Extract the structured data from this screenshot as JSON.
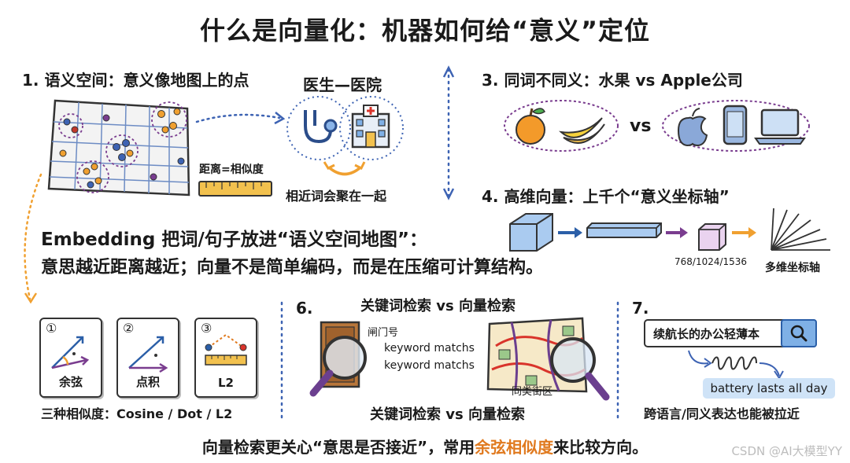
{
  "title": "什么是向量化：机器如何给“意义”定位",
  "s1": {
    "heading": "1. 语义空间：意义像地图上的点",
    "distance_label": "距离=相似度"
  },
  "s2": {
    "heading": "医生—医院",
    "caption": "相近词会聚在一起"
  },
  "s3": {
    "heading": "3. 同词不同义：水果 vs Apple公司",
    "vs": "vs"
  },
  "s4": {
    "heading": "4. 高维向量：上千个“意义坐标轴”",
    "dims": "768/1024/1536",
    "axes_label": "多维坐标轴"
  },
  "s5": {
    "line1": "Embedding 把词/句子放进“语义空间地图”：",
    "line2": "意思越近距离越近；向量不是简单编码，而是在压缩可计算结构。"
  },
  "similarity": {
    "cards": [
      {
        "num": "①",
        "label": "余弦"
      },
      {
        "num": "②",
        "label": "点积"
      },
      {
        "num": "③",
        "label": "L2"
      }
    ],
    "caption": "三种相似度：Cosine / Dot / L2"
  },
  "s6": {
    "number": "6.",
    "heading": "关键词检索 vs 向量检索",
    "door_label": "闸门号",
    "kw1": "keyword matchs",
    "kw2": "keyword matchs",
    "map_label": "同类街区",
    "caption": "关键词检索 vs 向量检索"
  },
  "s7": {
    "number": "7.",
    "query": "续航长的办公轻薄本",
    "result": "battery lasts all day",
    "caption": "跨语言/同义表达也能被拉近"
  },
  "footer": {
    "before": "向量检索更关心“意思是否接近”，常用",
    "highlight": "余弦相似度",
    "after": "来比较方向。"
  },
  "watermark": "CSDN @AI大模型YY",
  "colors": {
    "accent": "#e07a1f",
    "purple": "#7a3d8f",
    "blue": "#2b5fa8"
  }
}
